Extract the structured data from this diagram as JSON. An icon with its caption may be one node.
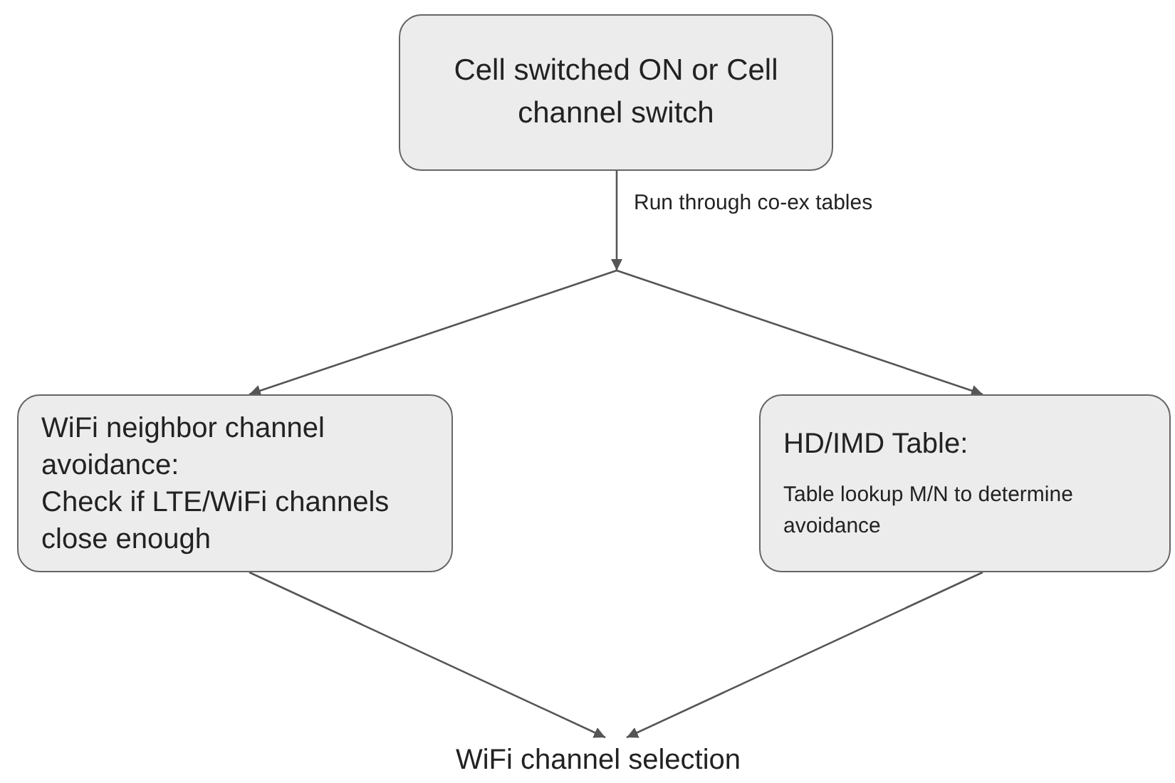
{
  "diagram": {
    "nodes": [
      {
        "text": [
          "Cell switched ON or Cell channel switch"
        ]
      },
      {
        "text": [
          "WiFi neighbor channel avoidance:",
          "Check if LTE/WiFi channels close enough"
        ]
      },
      {
        "text": [
          "HD/IMD Table:",
          "Table lookup M/N to determine avoidance"
        ]
      },
      {
        "text": [
          "WiFi channel selection"
        ]
      }
    ],
    "edges": [
      {
        "from": 0,
        "to": 1,
        "arrow": "to",
        "label": "Run through co-ex tables"
      },
      {
        "from": 0,
        "to": 2,
        "arrow": "to"
      },
      {
        "from": 1,
        "to": 3,
        "arrow": "to"
      },
      {
        "from": 2,
        "to": 3,
        "arrow": "to"
      }
    ]
  }
}
